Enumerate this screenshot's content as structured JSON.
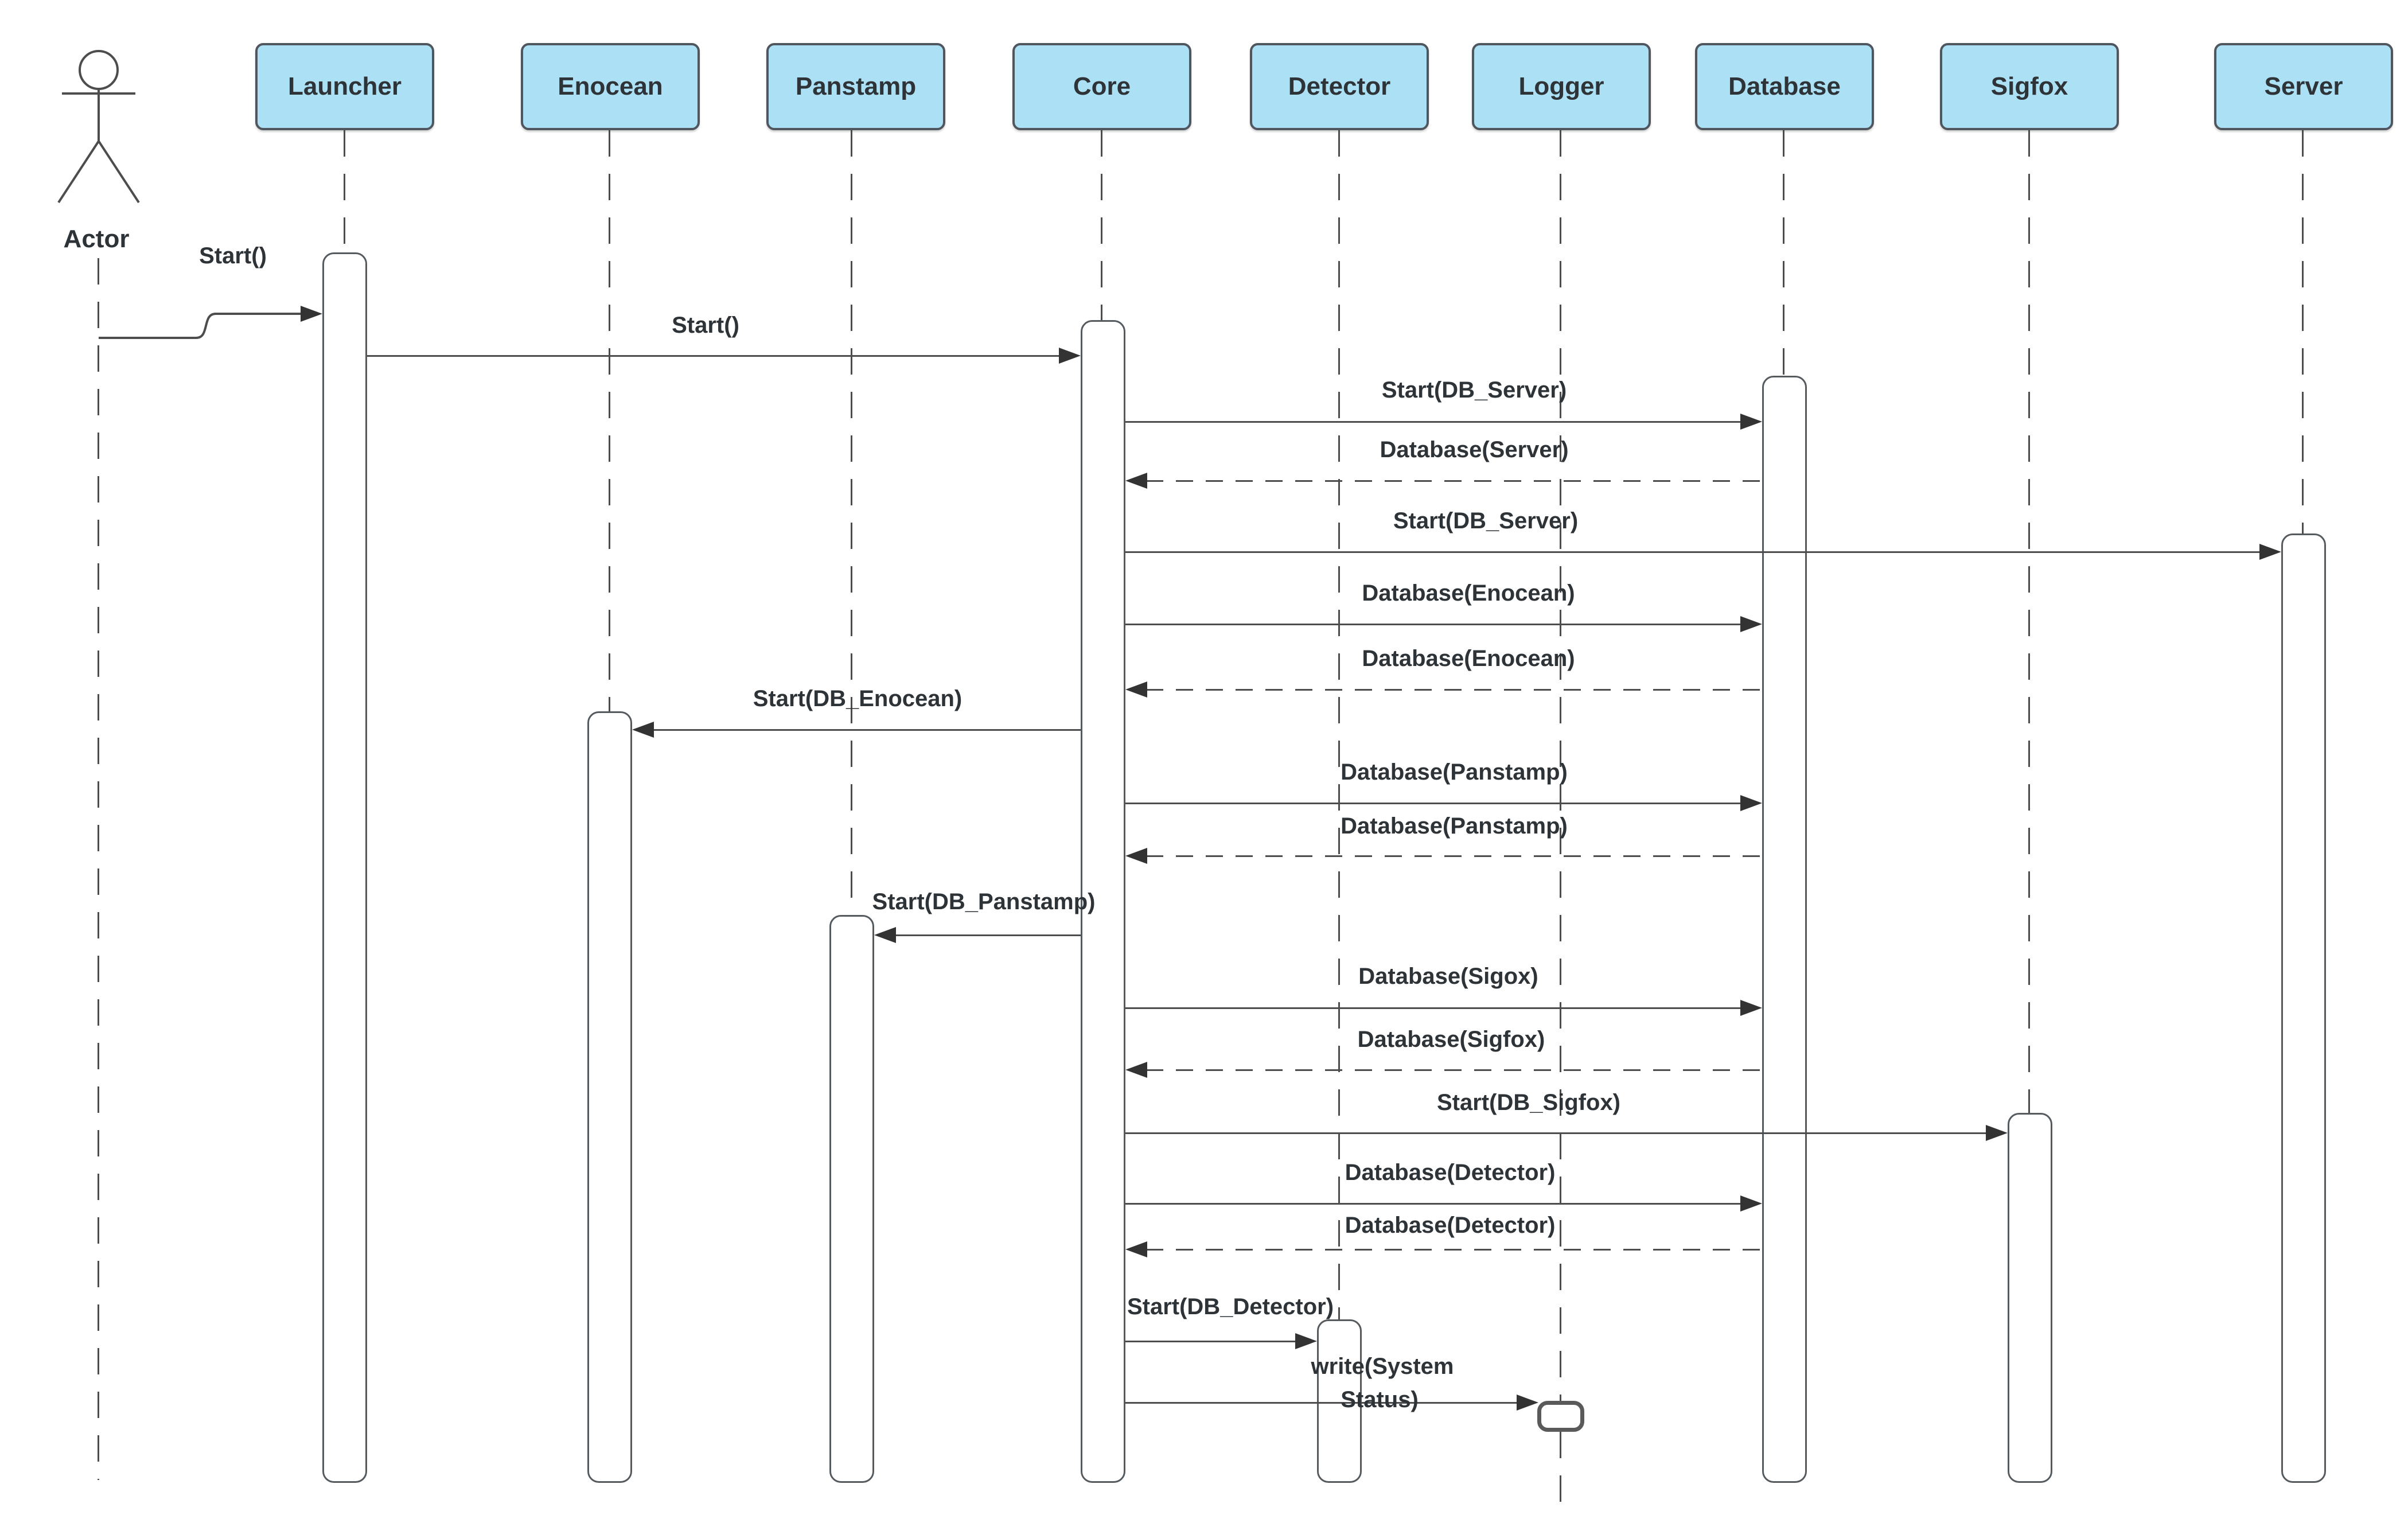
{
  "diagram": {
    "kind": "uml-sequence-diagram",
    "colors": {
      "participant_fill": "#ACE0F4",
      "participant_border": "#4f565e",
      "line": "#4d4d4d",
      "text": "#2e3338",
      "background": "#ffffff"
    },
    "actor": {
      "label": "Actor"
    },
    "participants": [
      {
        "label": "Launcher"
      },
      {
        "label": "Enocean"
      },
      {
        "label": "Panstamp"
      },
      {
        "label": "Core"
      },
      {
        "label": "Detector"
      },
      {
        "label": "Logger"
      },
      {
        "label": "Database"
      },
      {
        "label": "Sigfox"
      },
      {
        "label": "Server"
      }
    ],
    "messages": [
      {
        "label": "Start()",
        "from": "Actor",
        "to": "Launcher",
        "line_style": "solid"
      },
      {
        "label": "Start()",
        "from": "Launcher",
        "to": "Core",
        "line_style": "solid"
      },
      {
        "label": "Start(DB_Server)",
        "from": "Core",
        "to": "Database",
        "line_style": "solid"
      },
      {
        "label": "Database(Server)",
        "from": "Database",
        "to": "Core",
        "line_style": "dashed"
      },
      {
        "label": "Start(DB_Server)",
        "from": "Core",
        "to": "Server",
        "line_style": "solid"
      },
      {
        "label": "Database(Enocean)",
        "from": "Core",
        "to": "Database",
        "line_style": "solid"
      },
      {
        "label": "Database(Enocean)",
        "from": "Database",
        "to": "Core",
        "line_style": "dashed"
      },
      {
        "label": "Start(DB_Enocean)",
        "from": "Core",
        "to": "Enocean",
        "line_style": "solid"
      },
      {
        "label": "Database(Panstamp)",
        "from": "Core",
        "to": "Database",
        "line_style": "solid"
      },
      {
        "label": "Database(Panstamp)",
        "from": "Database",
        "to": "Core",
        "line_style": "dashed"
      },
      {
        "label": "Start(DB_Panstamp)",
        "from": "Core",
        "to": "Panstamp",
        "line_style": "solid"
      },
      {
        "label": "Database(Sigox)",
        "from": "Core",
        "to": "Database",
        "line_style": "solid"
      },
      {
        "label": "Database(Sigfox)",
        "from": "Database",
        "to": "Core",
        "line_style": "dashed"
      },
      {
        "label": "Start(DB_Sigfox)",
        "from": "Core",
        "to": "Sigfox",
        "line_style": "solid"
      },
      {
        "label": "Database(Detector)",
        "from": "Core",
        "to": "Database",
        "line_style": "solid"
      },
      {
        "label": "Database(Detector)",
        "from": "Database",
        "to": "Core",
        "line_style": "dashed"
      },
      {
        "label": "Start(DB_Detector)",
        "from": "Core",
        "to": "Detector",
        "line_style": "solid"
      },
      {
        "label": "write(System Status)",
        "label_line1": "write(System",
        "label_line2": "Status)",
        "from": "Core",
        "to": "Logger",
        "line_style": "solid"
      }
    ]
  }
}
